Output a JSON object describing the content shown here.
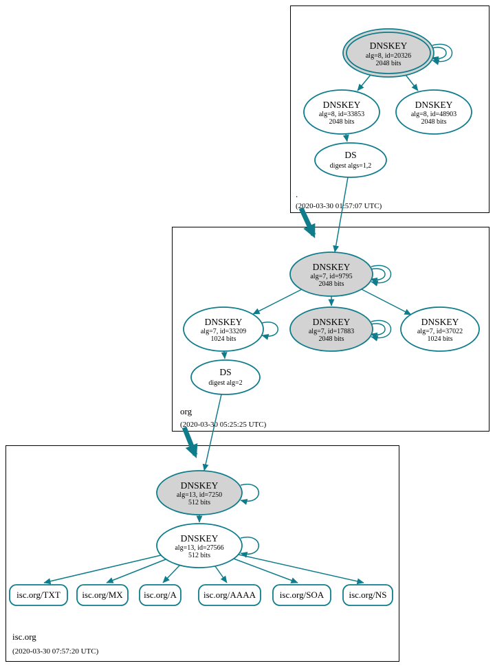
{
  "colors": {
    "accent": "#0e7c8b",
    "grayfill": "#d3d3d3"
  },
  "zones": {
    "root": {
      "label": ".",
      "timestamp": "(2020-03-30 01:57:07 UTC)",
      "ksk": {
        "title": "DNSKEY",
        "meta": "alg=8, id=20326",
        "bits": "2048 bits"
      },
      "zsk_left": {
        "title": "DNSKEY",
        "meta": "alg=8, id=33853",
        "bits": "2048 bits"
      },
      "zsk_right": {
        "title": "DNSKEY",
        "meta": "alg=8, id=48903",
        "bits": "2048 bits"
      },
      "ds": {
        "title": "DS",
        "meta": "digest algs=1,2"
      }
    },
    "org": {
      "label": "org",
      "timestamp": "(2020-03-30 05:25:25 UTC)",
      "ksk": {
        "title": "DNSKEY",
        "meta": "alg=7, id=9795",
        "bits": "2048 bits"
      },
      "zsk_left": {
        "title": "DNSKEY",
        "meta": "alg=7, id=33209",
        "bits": "1024 bits"
      },
      "ksk2": {
        "title": "DNSKEY",
        "meta": "alg=7, id=17883",
        "bits": "2048 bits"
      },
      "zsk_right": {
        "title": "DNSKEY",
        "meta": "alg=7, id=37022",
        "bits": "1024 bits"
      },
      "ds": {
        "title": "DS",
        "meta": "digest alg=2"
      }
    },
    "isc": {
      "label": "isc.org",
      "timestamp": "(2020-03-30 07:57:20 UTC)",
      "ksk": {
        "title": "DNSKEY",
        "meta": "alg=13, id=7250",
        "bits": "512 bits"
      },
      "zsk": {
        "title": "DNSKEY",
        "meta": "alg=13, id=27566",
        "bits": "512 bits"
      },
      "records": {
        "txt": "isc.org/TXT",
        "mx": "isc.org/MX",
        "a": "isc.org/A",
        "aaaa": "isc.org/AAAA",
        "soa": "isc.org/SOA",
        "ns": "isc.org/NS"
      }
    }
  }
}
